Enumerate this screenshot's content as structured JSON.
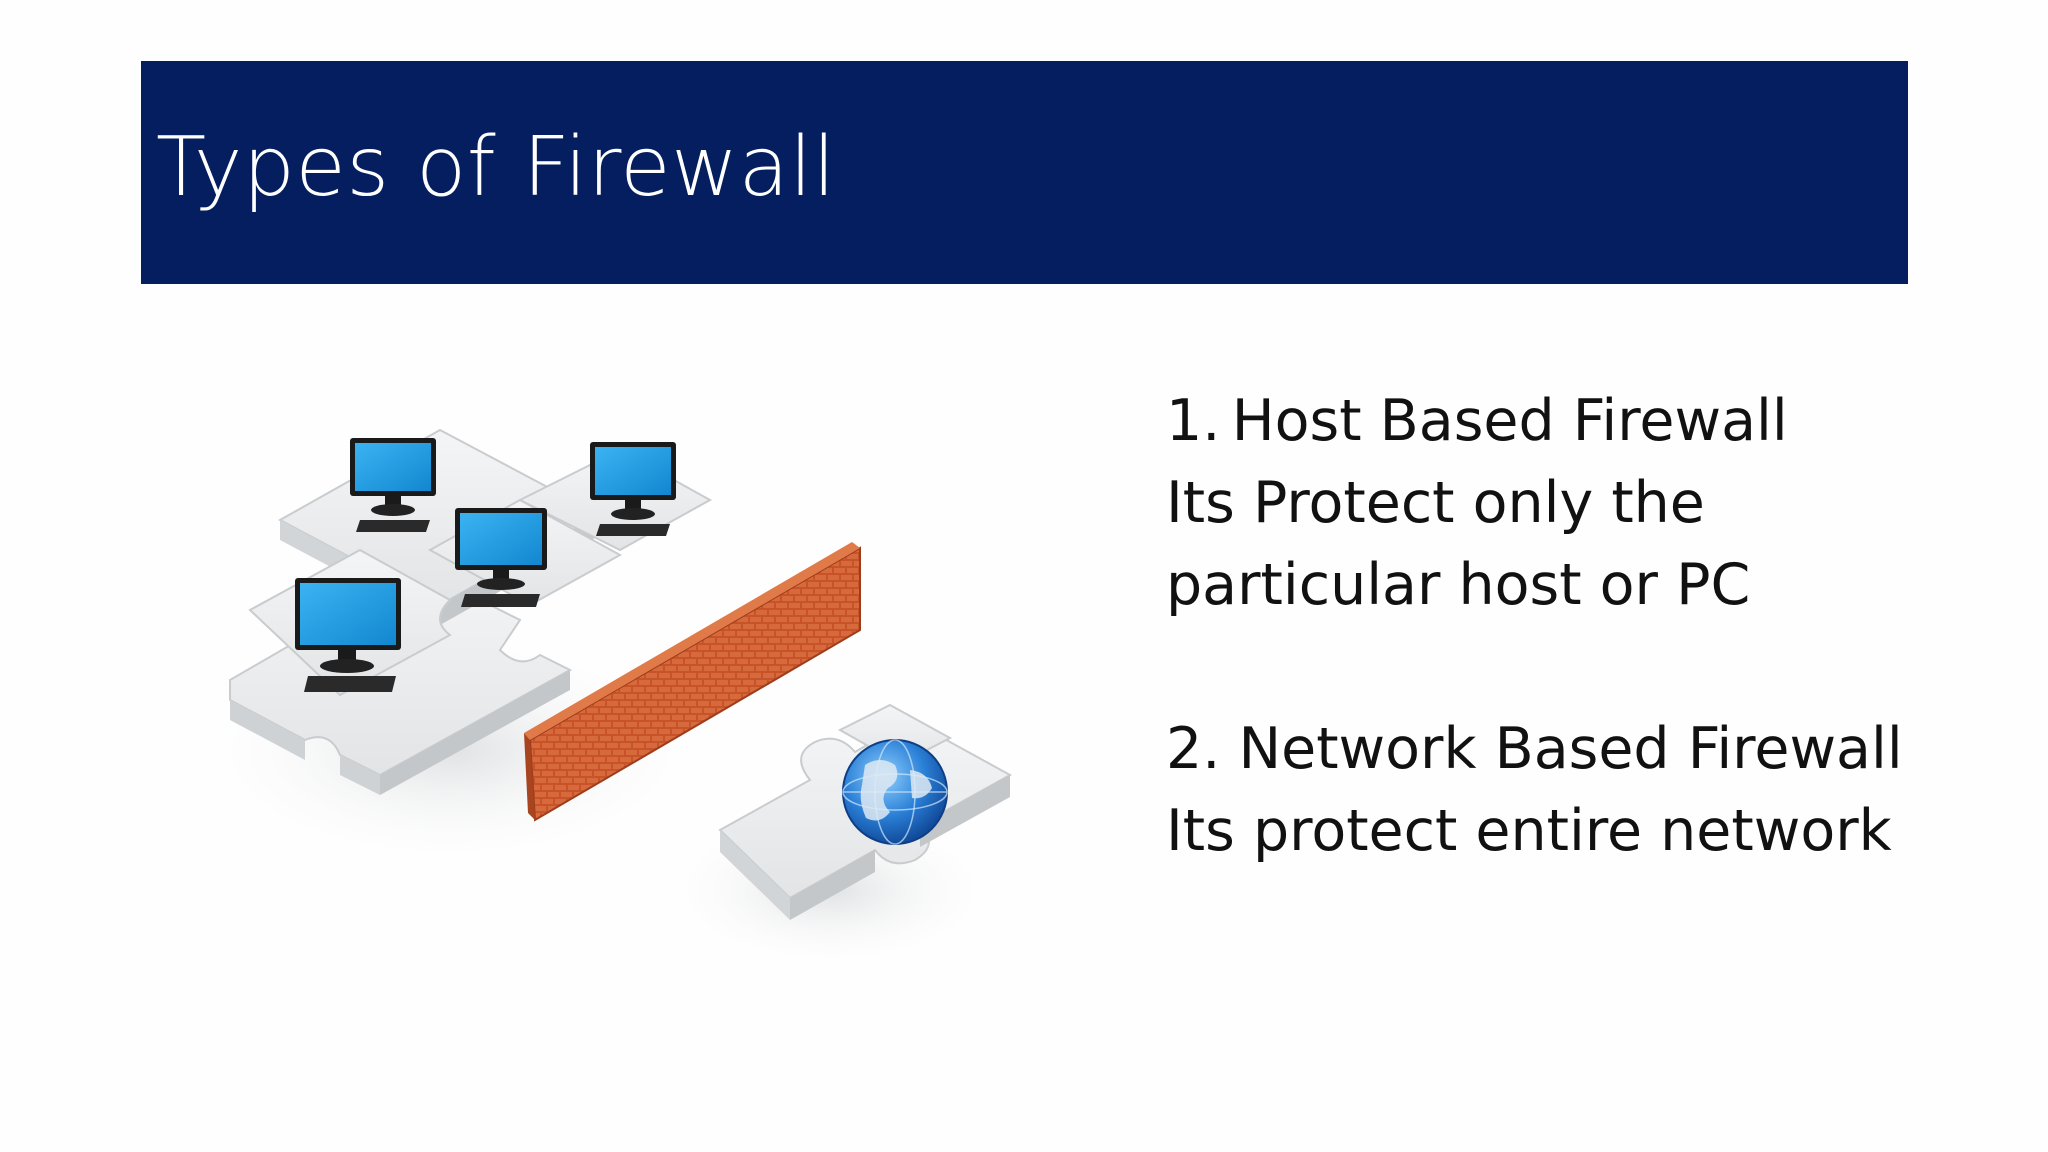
{
  "slide": {
    "title": "Types of Firewall",
    "items": [
      {
        "heading": "1. Host Based Firewall",
        "description_lines": [
          "Its Protect only the",
          "particular host or PC"
        ]
      },
      {
        "heading": "2. Network Based Firewall",
        "description_lines": [
          "Its protect entire network"
        ]
      }
    ]
  },
  "colors": {
    "title_bar": "#041e5f",
    "title_text": "#ffffff",
    "body_text": "#111111",
    "brick": "#c4502a",
    "screen": "#1e9fe6",
    "puzzle": "#e8eaec"
  },
  "illustration": {
    "icon": "network-firewall-illustration"
  }
}
